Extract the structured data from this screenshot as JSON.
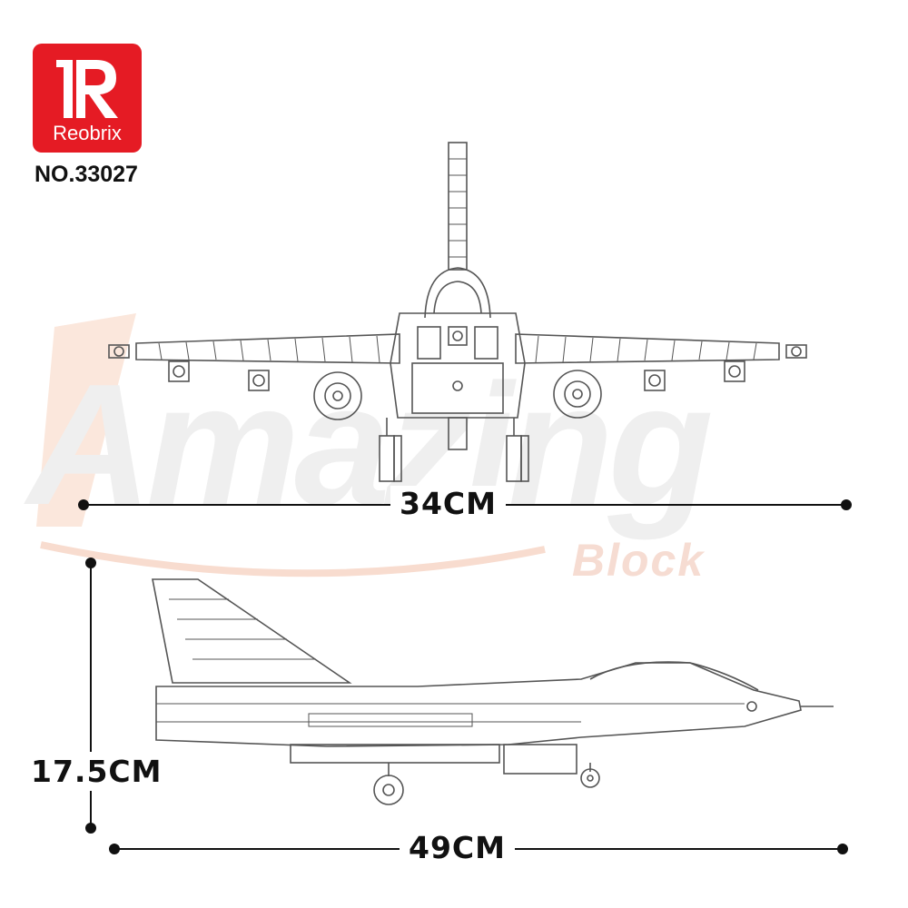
{
  "brand": {
    "logo_letter": "R",
    "name": "Reobrix",
    "color": "#e51b24"
  },
  "model_number": "NO.33027",
  "watermark": {
    "main": "Amazing",
    "sub": "Block"
  },
  "dimensions": {
    "front_width": "34CM",
    "side_length": "49CM",
    "side_height": "17.5CM"
  }
}
